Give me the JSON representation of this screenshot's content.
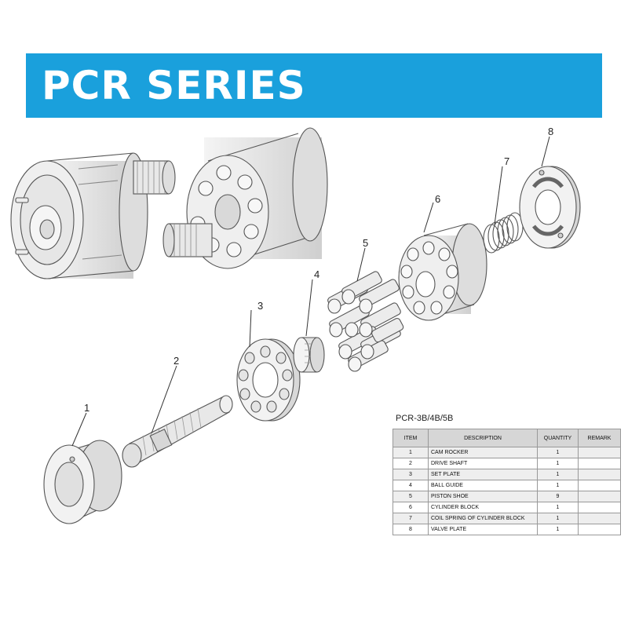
{
  "banner": {
    "title": "PCR SERIES",
    "color": "#1aa0dc"
  },
  "diagram": {
    "callouts": [
      {
        "id": "1",
        "label": "1"
      },
      {
        "id": "2",
        "label": "2"
      },
      {
        "id": "3",
        "label": "3"
      },
      {
        "id": "4",
        "label": "4"
      },
      {
        "id": "5",
        "label": "5"
      },
      {
        "id": "6",
        "label": "6"
      },
      {
        "id": "7",
        "label": "7"
      },
      {
        "id": "8",
        "label": "8"
      }
    ]
  },
  "parts_table": {
    "title": "PCR-3B/4B/5B",
    "headers": [
      "ITEM",
      "DESCRIPTION",
      "QUANTITY",
      "REMARK"
    ],
    "rows": [
      {
        "item": "1",
        "description": "CAM ROCKER",
        "quantity": "1",
        "remark": ""
      },
      {
        "item": "2",
        "description": "DRIVE SHAFT",
        "quantity": "1",
        "remark": ""
      },
      {
        "item": "3",
        "description": "SET PLATE",
        "quantity": "1",
        "remark": ""
      },
      {
        "item": "4",
        "description": "BALL GUIDE",
        "quantity": "1",
        "remark": ""
      },
      {
        "item": "5",
        "description": "PISTON SHOE",
        "quantity": "9",
        "remark": ""
      },
      {
        "item": "6",
        "description": "CYLINDER BLOCK",
        "quantity": "1",
        "remark": ""
      },
      {
        "item": "7",
        "description": "COIL SPRING OF CYLINDER BLOCK",
        "quantity": "1",
        "remark": ""
      },
      {
        "item": "8",
        "description": "VALVE PLATE",
        "quantity": "1",
        "remark": ""
      }
    ]
  }
}
